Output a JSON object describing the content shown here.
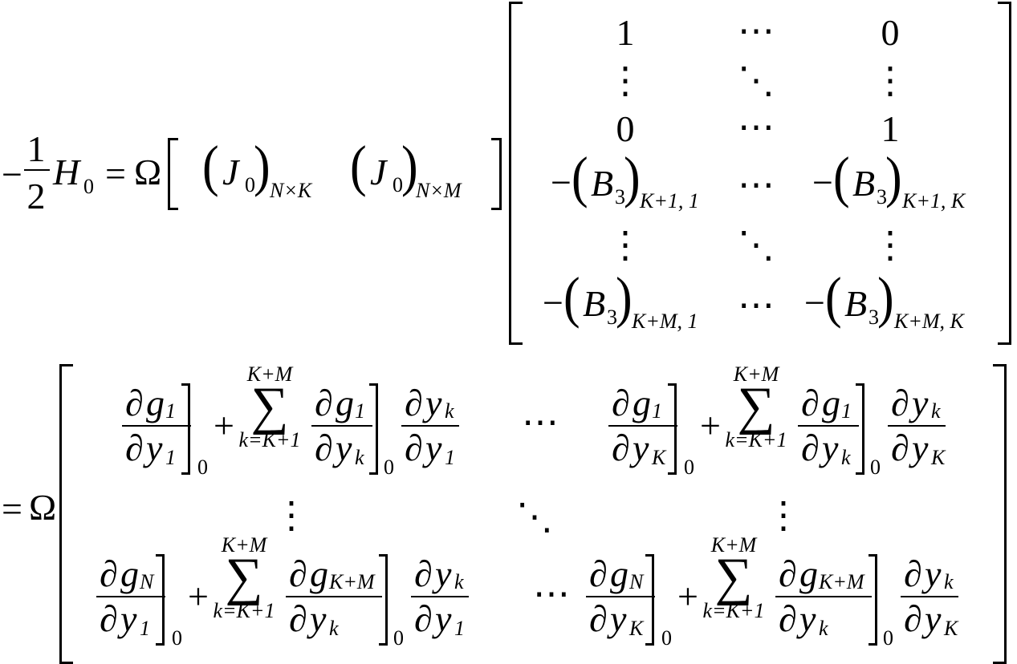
{
  "lhs": {
    "minus": "−",
    "half_num": "1",
    "half_den": "2",
    "h": "H",
    "h_sub": "0",
    "eq": "=",
    "omega": "Ω"
  },
  "row_vec": {
    "j": "J",
    "j_sub": "0",
    "dim1": "N×K",
    "dim2": "N×M"
  },
  "right_matrix": {
    "one": "1",
    "zero": "0",
    "cdots": "⋯",
    "vdots": "⋮",
    "ddots": "⋱",
    "neg": "−",
    "b": "B",
    "b_sub": "3",
    "idx_k1_1": "K+1, 1",
    "idx_k1_k": "K+1, K",
    "idx_km_1": "K+M, 1",
    "idx_km_k": "K+M, K"
  },
  "second_line": {
    "eq": "=",
    "omega": "Ω",
    "partial": "∂",
    "g": "g",
    "y": "y",
    "sub_1": "1",
    "sub_k": "k",
    "sub_K": "K",
    "sub_N": "N",
    "sub_KM": "K+M",
    "sum": "∑",
    "sum_upper": "K+M",
    "sum_lower": "k=K+1",
    "eval_sub": "0",
    "plus": "+",
    "cdots": "⋯",
    "vdots": "⋮",
    "ddots": "⋱"
  }
}
